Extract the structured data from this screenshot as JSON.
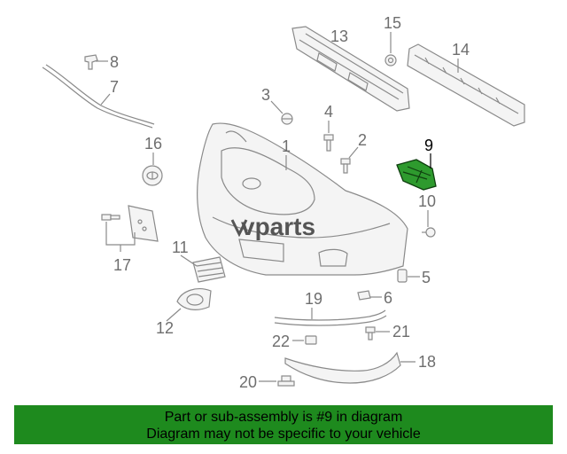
{
  "watermark": {
    "brand": "vparts"
  },
  "callouts": [
    {
      "id": "c1",
      "text": "1"
    },
    {
      "id": "c2",
      "text": "2"
    },
    {
      "id": "c3",
      "text": "3"
    },
    {
      "id": "c4",
      "text": "4"
    },
    {
      "id": "c5",
      "text": "5"
    },
    {
      "id": "c6",
      "text": "6"
    },
    {
      "id": "c7",
      "text": "7"
    },
    {
      "id": "c8",
      "text": "8"
    },
    {
      "id": "c9",
      "text": "9"
    },
    {
      "id": "c10",
      "text": "10"
    },
    {
      "id": "c11",
      "text": "11"
    },
    {
      "id": "c12",
      "text": "12"
    },
    {
      "id": "c13",
      "text": "13"
    },
    {
      "id": "c14",
      "text": "14"
    },
    {
      "id": "c15",
      "text": "15"
    },
    {
      "id": "c16",
      "text": "16"
    },
    {
      "id": "c17",
      "text": "17"
    },
    {
      "id": "c18",
      "text": "18"
    },
    {
      "id": "c19",
      "text": "19"
    },
    {
      "id": "c20",
      "text": "20"
    },
    {
      "id": "c21",
      "text": "21"
    },
    {
      "id": "c22",
      "text": "22"
    }
  ],
  "highlighted_part": "9",
  "banner": {
    "line1": "Part or sub-assembly is #9 in diagram",
    "line2": "Diagram may not be specific to your vehicle"
  },
  "colors": {
    "highlight": "#2e9a2e",
    "banner": "#1e8a1e",
    "line_art": "#8a8a8a"
  }
}
